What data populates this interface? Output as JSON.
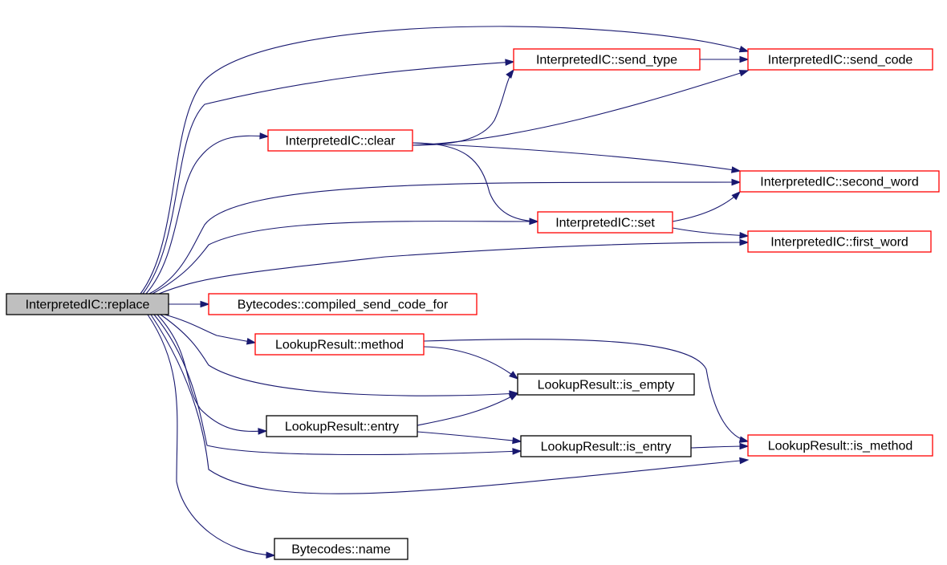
{
  "colors": {
    "edge": "#191970",
    "border_linked": "#ff0000",
    "border_plain": "#000000",
    "root_fill": "#bfbfbf",
    "node_fill": "#ffffff"
  },
  "nodes": [
    {
      "id": "root",
      "label": "InterpretedIC::replace",
      "style": "root"
    },
    {
      "id": "send_type",
      "label": "InterpretedIC::send_type",
      "style": "linked"
    },
    {
      "id": "send_code",
      "label": "InterpretedIC::send_code",
      "style": "linked"
    },
    {
      "id": "clear",
      "label": "InterpretedIC::clear",
      "style": "linked"
    },
    {
      "id": "second_word",
      "label": "InterpretedIC::second_word",
      "style": "linked"
    },
    {
      "id": "set",
      "label": "InterpretedIC::set",
      "style": "linked"
    },
    {
      "id": "first_word",
      "label": "InterpretedIC::first_word",
      "style": "linked"
    },
    {
      "id": "compiled_send_code_for",
      "label": "Bytecodes::compiled_send_code_for",
      "style": "linked"
    },
    {
      "id": "lr_method",
      "label": "LookupResult::method",
      "style": "linked"
    },
    {
      "id": "is_empty",
      "label": "LookupResult::is_empty",
      "style": "plain"
    },
    {
      "id": "entry",
      "label": "LookupResult::entry",
      "style": "plain"
    },
    {
      "id": "is_entry",
      "label": "LookupResult::is_entry",
      "style": "plain"
    },
    {
      "id": "is_method",
      "label": "LookupResult::is_method",
      "style": "linked"
    },
    {
      "id": "bc_name",
      "label": "Bytecodes::name",
      "style": "plain"
    }
  ],
  "edges": [
    {
      "from": "root",
      "to": "send_code"
    },
    {
      "from": "root",
      "to": "send_type"
    },
    {
      "from": "root",
      "to": "clear"
    },
    {
      "from": "root",
      "to": "second_word"
    },
    {
      "from": "root",
      "to": "set"
    },
    {
      "from": "root",
      "to": "first_word"
    },
    {
      "from": "root",
      "to": "compiled_send_code_for"
    },
    {
      "from": "root",
      "to": "lr_method"
    },
    {
      "from": "root",
      "to": "is_empty"
    },
    {
      "from": "root",
      "to": "entry"
    },
    {
      "from": "root",
      "to": "is_entry"
    },
    {
      "from": "root",
      "to": "is_method"
    },
    {
      "from": "root",
      "to": "bc_name"
    },
    {
      "from": "send_type",
      "to": "send_code"
    },
    {
      "from": "clear",
      "to": "send_type"
    },
    {
      "from": "clear",
      "to": "send_code"
    },
    {
      "from": "clear",
      "to": "second_word"
    },
    {
      "from": "clear",
      "to": "set"
    },
    {
      "from": "set",
      "to": "second_word"
    },
    {
      "from": "set",
      "to": "first_word"
    },
    {
      "from": "lr_method",
      "to": "is_empty"
    },
    {
      "from": "lr_method",
      "to": "is_method"
    },
    {
      "from": "entry",
      "to": "is_empty"
    },
    {
      "from": "entry",
      "to": "is_entry"
    },
    {
      "from": "is_entry",
      "to": "is_method"
    }
  ]
}
